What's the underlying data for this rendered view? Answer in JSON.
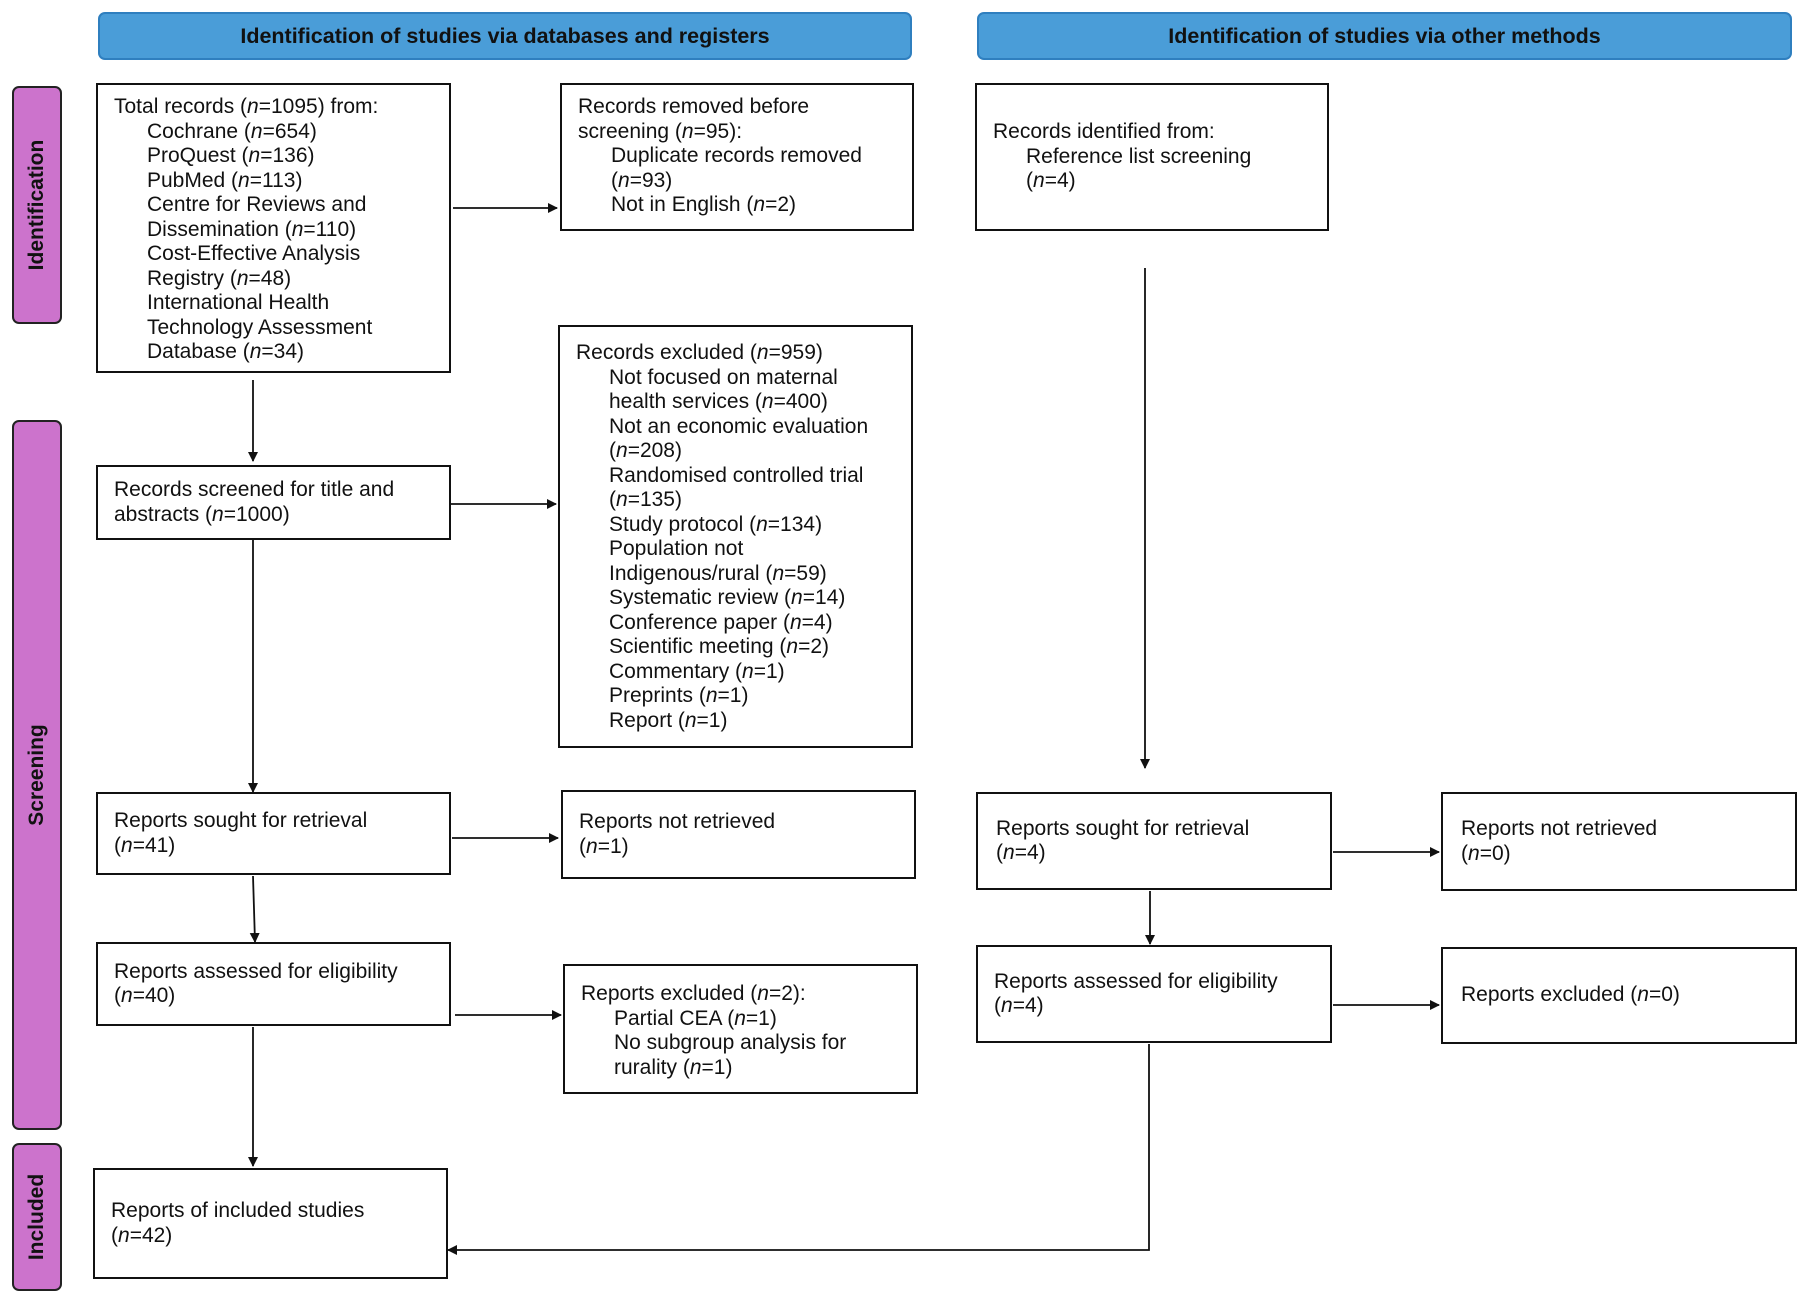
{
  "headers": {
    "databases": "Identification of studies via databases and registers",
    "other": "Identification of studies via other methods"
  },
  "stages": {
    "identification": "Identification",
    "screening": "Screening",
    "included": "Included"
  },
  "boxes": {
    "total_records": {
      "lines": [
        {
          "text": "Total records (n=1095) from:",
          "indent": false
        },
        {
          "text": "Cochrane (n=654)",
          "indent": true
        },
        {
          "text": "ProQuest (n=136)",
          "indent": true
        },
        {
          "text": "PubMed (n=113)",
          "indent": true
        },
        {
          "text": "Centre for Reviews and",
          "indent": true
        },
        {
          "text": "Dissemination (n=110)",
          "indent": true
        },
        {
          "text": "Cost-Effective Analysis",
          "indent": true
        },
        {
          "text": "Registry (n=48)",
          "indent": true
        },
        {
          "text": "International Health",
          "indent": true
        },
        {
          "text": "Technology Assessment",
          "indent": true
        },
        {
          "text": "Database (n=34)",
          "indent": true
        }
      ]
    },
    "records_removed": {
      "lines": [
        {
          "text": "Records removed before",
          "indent": false
        },
        {
          "text": "screening (n=95):",
          "indent": false
        },
        {
          "text": "Duplicate records removed",
          "indent": true
        },
        {
          "text": "(n=93)",
          "indent": true
        },
        {
          "text": "Not in English (n=2)",
          "indent": true
        }
      ]
    },
    "records_identified_other": {
      "lines": [
        {
          "text": "Records identified from:",
          "indent": false
        },
        {
          "text": "Reference list screening",
          "indent": true
        },
        {
          "text": "(n=4)",
          "indent": true
        }
      ]
    },
    "records_screened": {
      "lines": [
        {
          "text": "Records screened for title and",
          "indent": false
        },
        {
          "text": "abstracts (n=1000)",
          "indent": false
        }
      ]
    },
    "records_excluded": {
      "lines": [
        {
          "text": "Records excluded (n=959)",
          "indent": false
        },
        {
          "text": "Not focused on maternal",
          "indent": true
        },
        {
          "text": "health services (n=400)",
          "indent": true
        },
        {
          "text": "Not an economic evaluation",
          "indent": true
        },
        {
          "text": "(n=208)",
          "indent": true
        },
        {
          "text": "Randomised controlled trial",
          "indent": true
        },
        {
          "text": "(n=135)",
          "indent": true
        },
        {
          "text": "Study protocol (n=134)",
          "indent": true
        },
        {
          "text": "Population not",
          "indent": true
        },
        {
          "text": "Indigenous/rural (n=59)",
          "indent": true
        },
        {
          "text": "Systematic review (n=14)",
          "indent": true
        },
        {
          "text": "Conference paper (n=4)",
          "indent": true
        },
        {
          "text": "Scientific meeting (n=2)",
          "indent": true
        },
        {
          "text": "Commentary (n=1)",
          "indent": true
        },
        {
          "text": "Preprints (n=1)",
          "indent": true
        },
        {
          "text": "Report (n=1)",
          "indent": true
        }
      ]
    },
    "reports_sought_db": {
      "lines": [
        {
          "text": "Reports sought for retrieval",
          "indent": false
        },
        {
          "text": "(n=41)",
          "indent": false
        }
      ]
    },
    "reports_not_retrieved_db": {
      "lines": [
        {
          "text": "Reports not retrieved",
          "indent": false
        },
        {
          "text": "(n=1)",
          "indent": false
        }
      ]
    },
    "reports_sought_other": {
      "lines": [
        {
          "text": "Reports sought for retrieval",
          "indent": false
        },
        {
          "text": "(n=4)",
          "indent": false
        }
      ]
    },
    "reports_not_retrieved_other": {
      "lines": [
        {
          "text": "Reports not retrieved",
          "indent": false
        },
        {
          "text": "(n=0)",
          "indent": false
        }
      ]
    },
    "reports_assessed_db": {
      "lines": [
        {
          "text": "Reports assessed for eligibility",
          "indent": false
        },
        {
          "text": "(n=40)",
          "indent": false
        }
      ]
    },
    "reports_excluded_db": {
      "lines": [
        {
          "text": "Reports excluded (n=2):",
          "indent": false
        },
        {
          "text": "Partial CEA (n=1)",
          "indent": true
        },
        {
          "text": "No subgroup analysis for",
          "indent": true
        },
        {
          "text": "rurality (n=1)",
          "indent": true
        }
      ]
    },
    "reports_assessed_other": {
      "lines": [
        {
          "text": "Reports assessed for eligibility",
          "indent": false
        },
        {
          "text": "(n=4)",
          "indent": false
        }
      ]
    },
    "reports_excluded_other": {
      "lines": [
        {
          "text": "Reports excluded (n=0)",
          "indent": false
        }
      ]
    },
    "included_studies": {
      "lines": [
        {
          "text": "Reports of included studies",
          "indent": false
        },
        {
          "text": "(n=42)",
          "indent": false
        }
      ]
    }
  },
  "colors": {
    "header_fill": "#4a9dd8",
    "stage_fill": "#cc73cc",
    "line": "#111111"
  }
}
